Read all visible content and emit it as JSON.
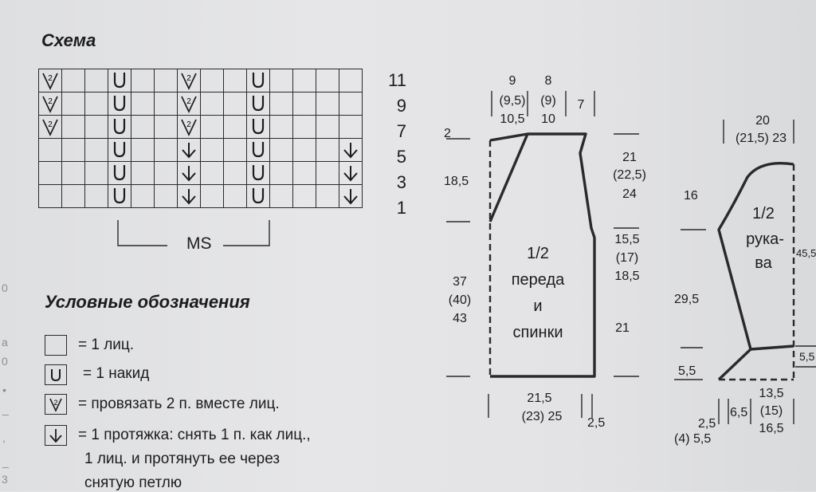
{
  "scheme_title": "Схема",
  "legend_title": "Условные обозначения",
  "row_numbers": [
    "11",
    "9",
    "7",
    "5",
    "3",
    "1"
  ],
  "repeat_label": "MS",
  "legend": [
    {
      "text": "= 1 лиц."
    },
    {
      "text": "= 1 накид"
    },
    {
      "text": "= провязать 2 п. вместе лиц."
    },
    {
      "text": "= 1 протяжка: снять 1 п. как лиц.,"
    },
    {
      "text": "1 лиц. и протянуть ее через"
    },
    {
      "text": "снятую петлю"
    }
  ],
  "chart_rows": [
    [
      "k2tog",
      "",
      "",
      "yo",
      "",
      "",
      "k2tog",
      "",
      "",
      "yo",
      "",
      "",
      "",
      ""
    ],
    [
      "k2tog",
      "",
      "",
      "yo",
      "",
      "",
      "k2tog",
      "",
      "",
      "yo",
      "",
      "",
      "",
      ""
    ],
    [
      "k2tog",
      "",
      "",
      "yo",
      "",
      "",
      "k2tog",
      "",
      "",
      "yo",
      "",
      "",
      "",
      ""
    ],
    [
      "",
      "",
      "",
      "yo",
      "",
      "",
      "ssk",
      "",
      "",
      "yo",
      "",
      "",
      "",
      "ssk"
    ],
    [
      "",
      "",
      "",
      "yo",
      "",
      "",
      "ssk",
      "",
      "",
      "yo",
      "",
      "",
      "",
      "ssk"
    ],
    [
      "",
      "",
      "",
      "yo",
      "",
      "",
      "ssk",
      "",
      "",
      "yo",
      "",
      "",
      "",
      "ssk"
    ]
  ],
  "body_schematic": {
    "label_lines": [
      "1/2",
      "переда",
      "и",
      "спинки"
    ],
    "shoulder_left": [
      "9",
      "(9,5)",
      "10,5"
    ],
    "shoulder_right": [
      "8",
      "(9)",
      "10"
    ],
    "neck_7": "7",
    "top_2": "2",
    "left_18_5": "18,5",
    "left_length": [
      "37",
      "(40)",
      "43"
    ],
    "armhole": [
      "21",
      "(22,5)",
      "24"
    ],
    "armhole_depth": [
      "15,5",
      "(17)",
      "18,5"
    ],
    "side_21": "21",
    "bottom": [
      "21,5",
      "(23) 25"
    ],
    "bottom_2_5": "2,5"
  },
  "sleeve_schematic": {
    "label_lines": [
      "1/2",
      "рука-",
      "ва"
    ],
    "top": [
      "20",
      "(21,5) 23"
    ],
    "cap_16": "16",
    "length_29_5": "29,5",
    "cuff_5_5": "5,5",
    "right_45_5": "45,5",
    "right_5_5": "5,5",
    "bottom_2_5": "2,5",
    "bottom_4": "(4) 5,5",
    "bottom_6_5": "6,5",
    "bottom_widths": [
      "13,5",
      "(15)",
      "16,5"
    ]
  },
  "bleed_text": [
    "0",
    "а",
    "0",
    "•",
    "_",
    ",",
    "_",
    "3"
  ]
}
